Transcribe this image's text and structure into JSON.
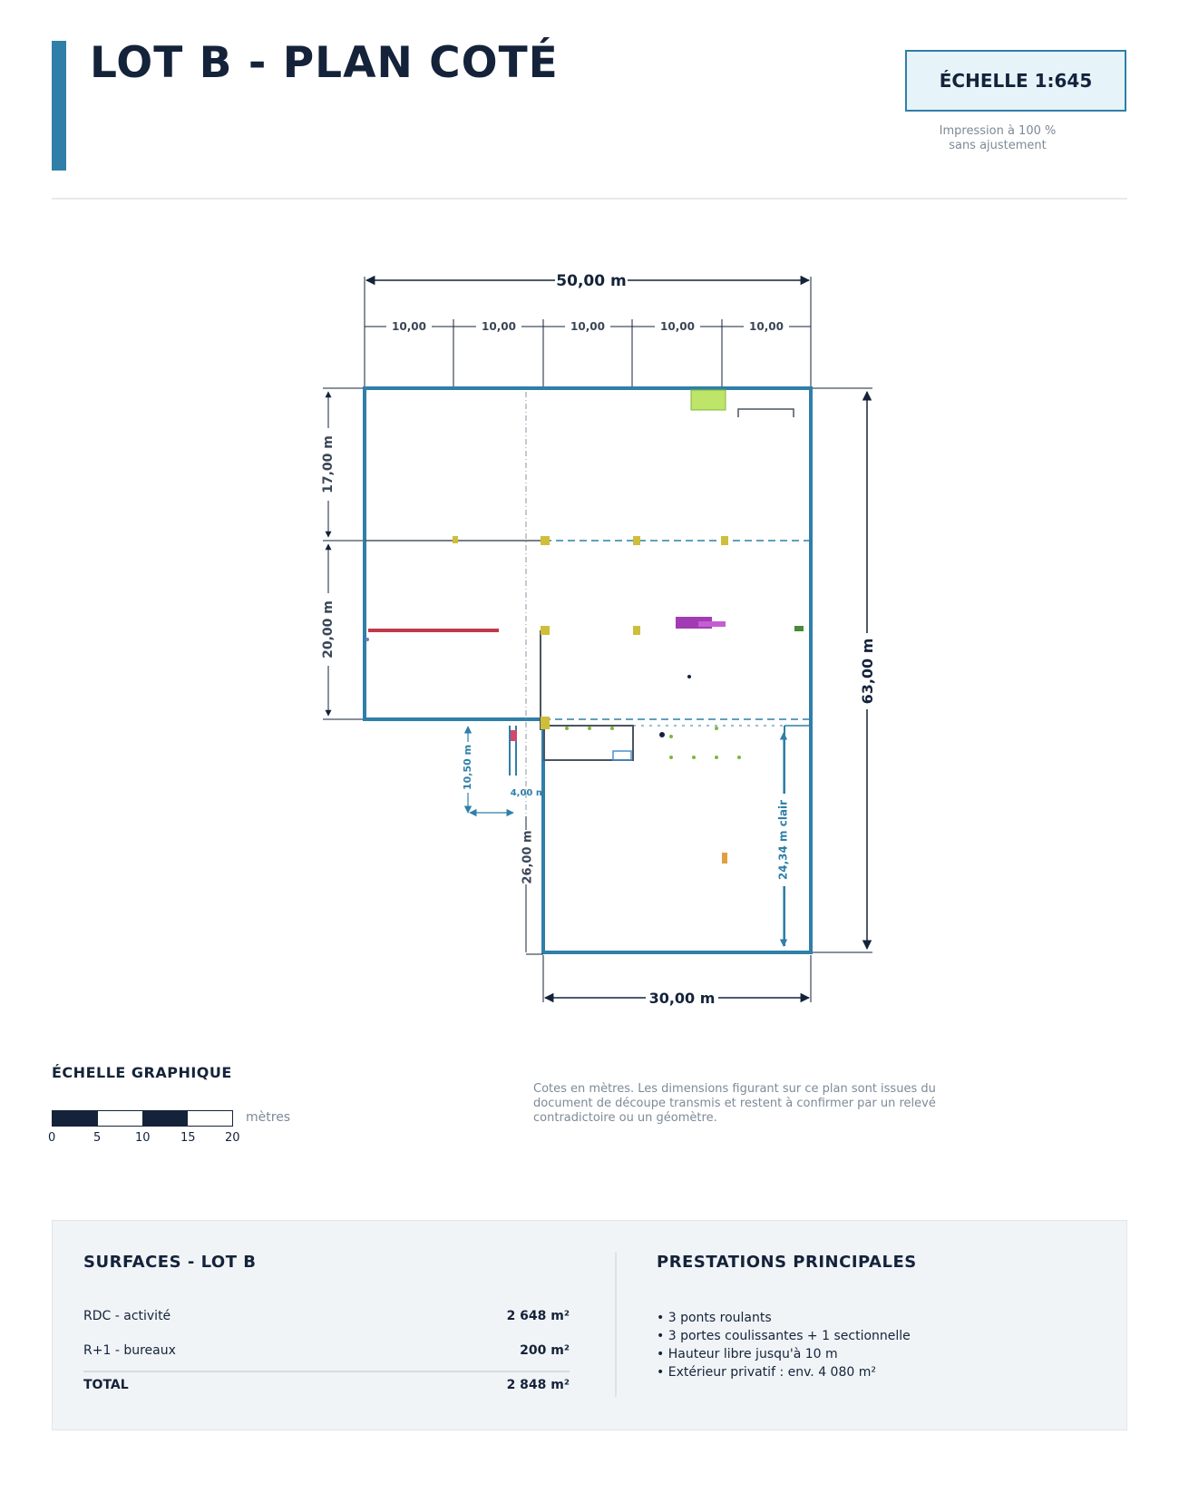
{
  "header": {
    "title": "LOT B - PLAN COTÉ",
    "scale_label": "ÉCHELLE 1:645",
    "print_note_line1": "Impression à 100 %",
    "print_note_line2": "sans ajustement"
  },
  "plan": {
    "dim_top_total": "50,00 m",
    "dim_top_segments": [
      "10,00",
      "10,00",
      "10,00",
      "10,00",
      "10,00"
    ],
    "dim_left_upper": "17,00 m",
    "dim_left_middle": "20,00 m",
    "dim_right_total": "63,00 m",
    "dim_recess_height": "10,50 m",
    "dim_recess_width": "4,00 m",
    "dim_lower_height": "26,00 m",
    "dim_clear_height": "24,34 m clair",
    "dim_bottom_width": "30,00 m"
  },
  "legend": {
    "title": "ÉCHELLE GRAPHIQUE",
    "ticks": [
      "0",
      "5",
      "10",
      "15",
      "20"
    ],
    "unit": "mètres",
    "disclaimer": "Cotes en mètres. Les dimensions figurant sur ce plan sont issues du document de découpe transmis et restent à confirmer par un relevé contradictoire ou un géomètre."
  },
  "surfaces": {
    "title": "SURFACES - LOT B",
    "rows": [
      {
        "label": "RDC - activité",
        "value": "2 648 m²"
      },
      {
        "label": "R+1 - bureaux",
        "value": "200 m²"
      }
    ],
    "total_label": "TOTAL",
    "total_value": "2 848 m²"
  },
  "services": {
    "title": "PRESTATIONS PRINCIPALES",
    "items": [
      "3 ponts roulants",
      "3 portes coulissantes + 1 sectionnelle",
      "Hauteur libre jusqu'à 10 m",
      "Extérieur privatif : env. 4 080 m²"
    ]
  },
  "colors": {
    "accent": "#2f7fa8",
    "ink": "#14233a",
    "muted": "#7d8a98"
  }
}
